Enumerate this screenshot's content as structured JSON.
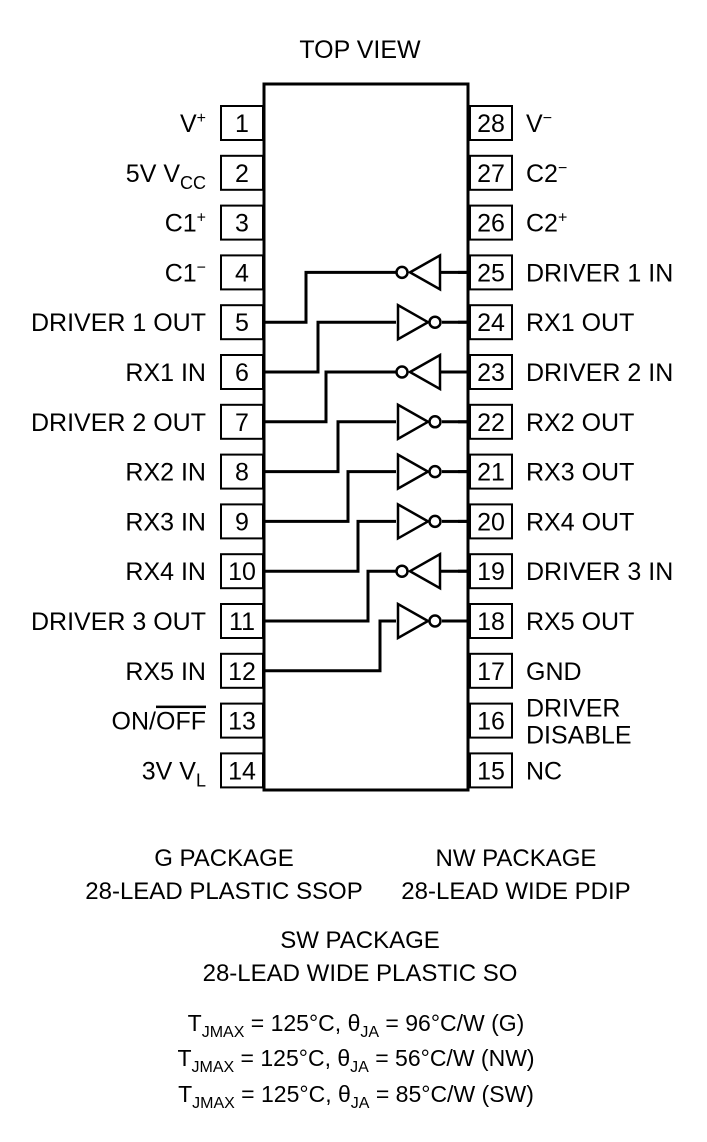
{
  "title": "TOP VIEW",
  "pins_left": [
    {
      "num": "1",
      "label": "V",
      "sup": "+"
    },
    {
      "num": "2",
      "label": "5V V",
      "sub": "CC"
    },
    {
      "num": "3",
      "label": "C1",
      "sup": "+"
    },
    {
      "num": "4",
      "label": "C1",
      "sup": "−"
    },
    {
      "num": "5",
      "label": "DRIVER 1 OUT"
    },
    {
      "num": "6",
      "label": "RX1 IN"
    },
    {
      "num": "7",
      "label": "DRIVER 2 OUT"
    },
    {
      "num": "8",
      "label": "RX2 IN"
    },
    {
      "num": "9",
      "label": "RX3 IN"
    },
    {
      "num": "10",
      "label": "RX4 IN"
    },
    {
      "num": "11",
      "label": "DRIVER 3 OUT"
    },
    {
      "num": "12",
      "label": "RX5 IN"
    },
    {
      "num": "13",
      "label": "ON/",
      "overline": "OFF"
    },
    {
      "num": "14",
      "label": "3V V",
      "sub": "L"
    }
  ],
  "pins_right": [
    {
      "num": "28",
      "label": "V",
      "sup": "−"
    },
    {
      "num": "27",
      "label": "C2",
      "sup": "−"
    },
    {
      "num": "26",
      "label": "C2",
      "sup": "+"
    },
    {
      "num": "25",
      "label": "DRIVER 1 IN"
    },
    {
      "num": "24",
      "label": "RX1 OUT"
    },
    {
      "num": "23",
      "label": "DRIVER 2 IN"
    },
    {
      "num": "22",
      "label": "RX2 OUT"
    },
    {
      "num": "21",
      "label": "RX3 OUT"
    },
    {
      "num": "20",
      "label": "RX4 OUT"
    },
    {
      "num": "19",
      "label": "DRIVER 3 IN"
    },
    {
      "num": "18",
      "label": "RX5 OUT"
    },
    {
      "num": "17",
      "label": "GND"
    },
    {
      "num": "16",
      "label": "DRIVER",
      "label2": "DISABLE"
    },
    {
      "num": "15",
      "label": "NC"
    }
  ],
  "buffers": [
    {
      "right_pin": "25",
      "left_pin": "5",
      "direction": "left"
    },
    {
      "right_pin": "24",
      "left_pin": "6",
      "direction": "right"
    },
    {
      "right_pin": "23",
      "left_pin": "7",
      "direction": "left"
    },
    {
      "right_pin": "22",
      "left_pin": "8",
      "direction": "right"
    },
    {
      "right_pin": "21",
      "left_pin": "9",
      "direction": "right"
    },
    {
      "right_pin": "20",
      "left_pin": "10",
      "direction": "right"
    },
    {
      "right_pin": "19",
      "left_pin": "11",
      "direction": "left"
    },
    {
      "right_pin": "18",
      "left_pin": "12",
      "direction": "right"
    }
  ],
  "packages": {
    "g_name": "G PACKAGE",
    "g_desc": "28-LEAD PLASTIC SSOP",
    "nw_name": "NW PACKAGE",
    "nw_desc": "28-LEAD WIDE PDIP",
    "sw_name": "SW PACKAGE",
    "sw_desc": "28-LEAD WIDE PLASTIC SO"
  },
  "thermal": [
    {
      "t": "T",
      "t_sub": "JMAX",
      "t_val": " = 125°C, ",
      "theta": "θ",
      "theta_sub": "JA",
      "theta_val": " = 96°C/W (G)"
    },
    {
      "t": "T",
      "t_sub": "JMAX",
      "t_val": " = 125°C, ",
      "theta": "θ",
      "theta_sub": "JA",
      "theta_val": " = 56°C/W (NW)"
    },
    {
      "t": "T",
      "t_sub": "JMAX",
      "t_val": " = 125°C, ",
      "theta": "θ",
      "theta_sub": "JA",
      "theta_val": " = 85°C/W (SW)"
    }
  ]
}
